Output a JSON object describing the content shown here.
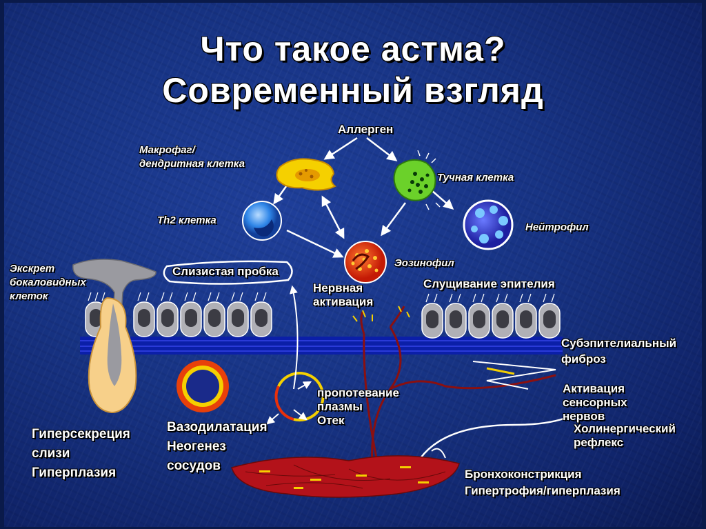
{
  "title": {
    "line1": "Что такое астма?",
    "line2": "Современный взгляд"
  },
  "labels": {
    "allergen": "Аллерген",
    "macrophage": "Макрофаг/\nдендритная клетка",
    "mast_cell": "Тучная клетка",
    "th2": "Th2 клетка",
    "neutrophil": "Нейтрофил",
    "eosinophil": "Эозинофил",
    "goblet_excretion": "Экскрет\nбокаловидных\nклеток",
    "mucus_plug": "Слизистая пробка",
    "nerve_activation": "Нервная\nактивация",
    "epithelial_shedding": "Слущивание эпителия",
    "subepithelial_fibrosis": "Субэпителиальный\nфиброз",
    "plasma_leak": "пропотевание\nплазмы\nОтек",
    "sensory_activation": "Активация\nсенсорных\nнервов",
    "cholinergic_reflex": "Холинергический\nрефлекс",
    "hypersecretion": "Гиперсекреция\nслизи\nГиперплазия",
    "vasodilation": "Вазодилатация\nНеогенез\nсосудов",
    "bronchoconstriction": "Бронхоконстрикция\nГипертрофия/гиперплазия"
  },
  "colors": {
    "background": "#173383",
    "title_text": "#ffffff",
    "macrophage": "#f5d000",
    "mast_cell": "#6bd12a",
    "th2": "#2a8ff0",
    "neutrophil": "#3a3ad8",
    "eosinophil": "#e8300a",
    "muscle": "#b3121a",
    "epithelium": "#a0a0a0",
    "membrane": "#0b1fa8",
    "nerve": "#8a1010"
  },
  "icons": [
    "macrophage-cell-icon",
    "mast-cell-icon",
    "th2-cell-icon",
    "neutrophil-icon",
    "eosinophil-icon",
    "goblet-cell-icon",
    "blood-vessel-icon",
    "smooth-muscle-icon"
  ]
}
